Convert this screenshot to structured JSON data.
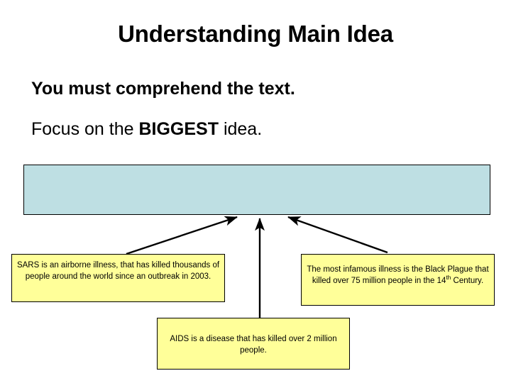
{
  "slide": {
    "title": "Understanding Main Idea",
    "background_color": "#ffffff",
    "body": {
      "line1": "You must comprehend the text.",
      "line2_prefix": "Focus on the ",
      "line2_emphasis": "BIGGEST",
      "line2_suffix": " idea."
    },
    "main_idea_box": {
      "text": "",
      "fill_color": "#bedfe3",
      "border_color": "#000000"
    },
    "detail_boxes": [
      {
        "name": "sars",
        "text": "SARS is an airborne illness, that has killed thousands of people around the world since an outbreak in 2003.",
        "fill_color": "#ffff99",
        "border_color": "#000000"
      },
      {
        "name": "black-plague",
        "text_before_sup": "The most infamous illness is the Black Plague that killed over 75 million people in the 14",
        "text_sup": "th",
        "text_after_sup": " Century.",
        "fill_color": "#ffff99",
        "border_color": "#000000"
      },
      {
        "name": "aids",
        "text": "AIDS is a disease that has killed over 2 million people.",
        "fill_color": "#ffff99",
        "border_color": "#000000"
      }
    ],
    "arrows": [
      {
        "name": "sars-to-main-idea",
        "direction": "up-right",
        "color": "#000000"
      },
      {
        "name": "aids-to-main-idea",
        "direction": "up",
        "color": "#000000"
      },
      {
        "name": "black-plague-to-main-idea",
        "direction": "up-left",
        "color": "#000000"
      }
    ]
  }
}
